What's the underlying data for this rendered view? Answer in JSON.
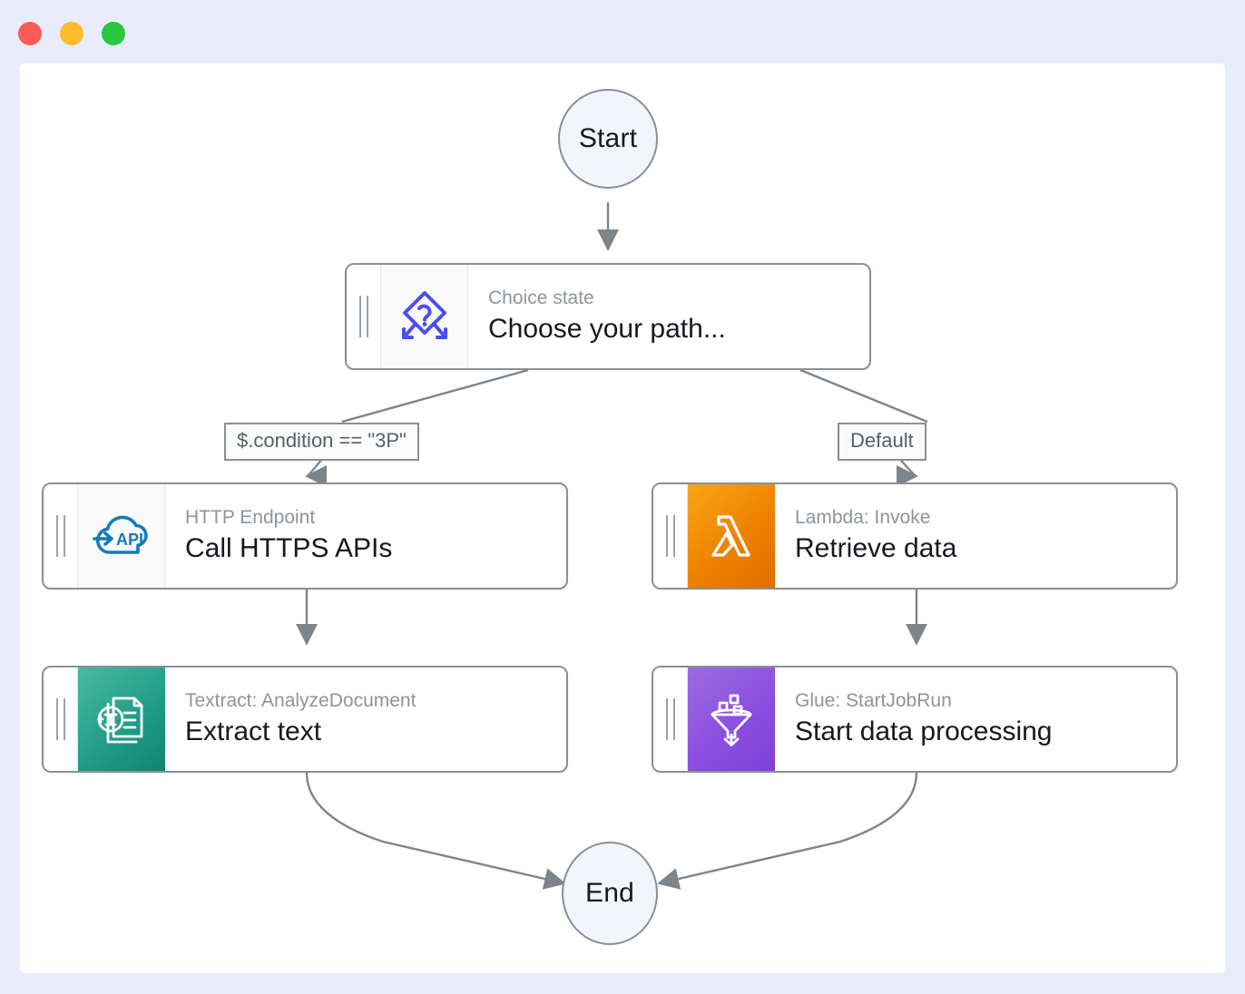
{
  "window": {
    "traffic_lights": [
      {
        "name": "close",
        "color": "#fc5b57"
      },
      {
        "name": "minimize",
        "color": "#fcbc2c"
      },
      {
        "name": "maximize",
        "color": "#29c73f"
      }
    ],
    "background": "#e8ecfd",
    "canvas_background": "#ffffff"
  },
  "diagram": {
    "type": "workflow-graph",
    "start": {
      "label": "Start"
    },
    "end": {
      "label": "End"
    },
    "nodes": [
      {
        "id": "choice",
        "subtitle": "Choice state",
        "title": "Choose your path...",
        "icon": "choice-diamond-question-icon",
        "icon_style": "plain",
        "accent": "#4b4ef0"
      },
      {
        "id": "http",
        "subtitle": "HTTP Endpoint",
        "title": "Call HTTPS APIs",
        "icon": "api-cloud-icon",
        "icon_style": "plain",
        "accent": "#127cba"
      },
      {
        "id": "lambda",
        "subtitle": "Lambda: Invoke",
        "title": "Retrieve data",
        "icon": "lambda-icon",
        "icon_style": "lambda",
        "accent": "#ee8200"
      },
      {
        "id": "textract",
        "subtitle": "Textract: AnalyzeDocument",
        "title": "Extract text",
        "icon": "textract-document-icon",
        "icon_style": "textract",
        "accent": "#1f9b86"
      },
      {
        "id": "glue",
        "subtitle": "Glue: StartJobRun",
        "title": "Start data processing",
        "icon": "glue-funnel-icon",
        "icon_style": "glue",
        "accent": "#8c4fe0"
      }
    ],
    "edge_labels": [
      {
        "id": "left",
        "text": "$.condition == \"3P\""
      },
      {
        "id": "right",
        "text": "Default"
      }
    ],
    "edges": [
      {
        "from": "start",
        "to": "choice"
      },
      {
        "from": "choice",
        "to": "http",
        "label": "$.condition == \"3P\""
      },
      {
        "from": "choice",
        "to": "lambda",
        "label": "Default"
      },
      {
        "from": "http",
        "to": "textract"
      },
      {
        "from": "lambda",
        "to": "glue"
      },
      {
        "from": "textract",
        "to": "end"
      },
      {
        "from": "glue",
        "to": "end"
      }
    ]
  }
}
